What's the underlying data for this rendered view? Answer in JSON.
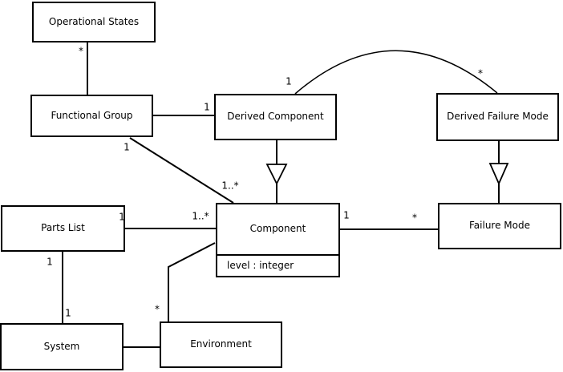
{
  "diagram": {
    "kind": "uml-class-diagram",
    "colors": {
      "line": "#000000",
      "node_border": "#000000",
      "node_fill": "#ffffff",
      "text": "#000000",
      "background": "#ffffff"
    },
    "nodes": [
      {
        "id": "operational-states",
        "label": "Operational States"
      },
      {
        "id": "functional-group",
        "label": "Functional Group"
      },
      {
        "id": "derived-component",
        "label": "Derived Component"
      },
      {
        "id": "derived-failure-mode",
        "label": "Derived Failure Mode"
      },
      {
        "id": "parts-list",
        "label": "Parts List"
      },
      {
        "id": "component",
        "label": "Component",
        "attributes": [
          "level : integer"
        ]
      },
      {
        "id": "failure-mode",
        "label": "Failure Mode"
      },
      {
        "id": "system",
        "label": "System"
      },
      {
        "id": "environment",
        "label": "Environment"
      }
    ],
    "edges": [
      {
        "from": "Operational States",
        "to": "Functional Group",
        "type": "association",
        "shape": "straight",
        "labels": [
          {
            "text": "*",
            "near": "Operational States"
          }
        ]
      },
      {
        "from": "Functional Group",
        "to": "Derived Component",
        "type": "association",
        "shape": "straight",
        "labels": [
          {
            "text": "1",
            "near": "Derived Component"
          }
        ]
      },
      {
        "from": "Derived Component",
        "to": "Derived Failure Mode",
        "type": "association",
        "shape": "arc",
        "labels": [
          {
            "text": "1",
            "near": "Derived Component"
          },
          {
            "text": "*",
            "near": "Derived Failure Mode"
          }
        ]
      },
      {
        "from": "Functional Group",
        "to": "Component",
        "type": "association",
        "shape": "straight",
        "labels": [
          {
            "text": "1",
            "near": "Functional Group"
          },
          {
            "text": "1..*",
            "near": "Component"
          }
        ]
      },
      {
        "from": "Derived Component",
        "to": "Component",
        "type": "generalization",
        "shape": "straight-hollow-triangle-toward-component",
        "labels": []
      },
      {
        "from": "Derived Failure Mode",
        "to": "Failure Mode",
        "type": "generalization",
        "shape": "straight-hollow-triangle-toward-failure-mode",
        "labels": []
      },
      {
        "from": "Parts List",
        "to": "Component",
        "type": "association",
        "shape": "straight",
        "labels": [
          {
            "text": "1",
            "near": "Parts List"
          },
          {
            "text": "1..*",
            "near": "Component"
          }
        ]
      },
      {
        "from": "Component",
        "to": "Failure Mode",
        "type": "association",
        "shape": "straight",
        "labels": [
          {
            "text": "1",
            "near": "Component"
          },
          {
            "text": "*",
            "near": "Failure Mode"
          }
        ]
      },
      {
        "from": "Parts List",
        "to": "System",
        "type": "association",
        "shape": "straight",
        "labels": [
          {
            "text": "1",
            "near": "Parts List"
          },
          {
            "text": "1",
            "near": "System"
          }
        ]
      },
      {
        "from": "System",
        "to": "Environment",
        "type": "association",
        "shape": "straight",
        "labels": []
      },
      {
        "from": "Environment",
        "to": "Component",
        "type": "association",
        "shape": "elbow",
        "labels": [
          {
            "text": "*",
            "near": "Environment"
          }
        ]
      }
    ]
  }
}
